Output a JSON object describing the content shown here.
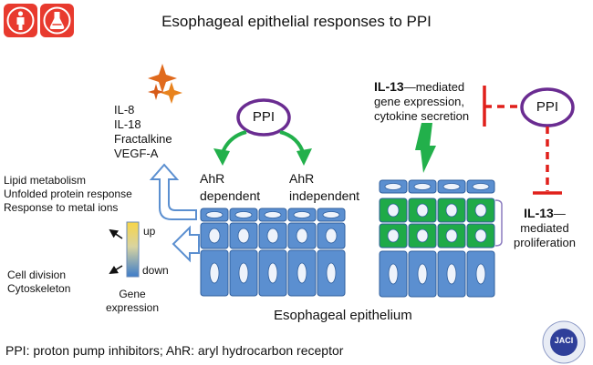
{
  "title": "Esophageal epithelial responses to PPI",
  "ppi_left": "PPI",
  "ppi_right": "PPI",
  "cytokines": [
    "IL-8",
    "IL-18",
    "Fractalkine",
    "VEGF-A"
  ],
  "ahr_dependent": [
    "AhR",
    "dependent"
  ],
  "ahr_independent": [
    "AhR",
    "independent"
  ],
  "processes_up": [
    "Lipid metabolism",
    "Unfolded protein response",
    "Response to metal ions"
  ],
  "processes_down": [
    "Cell division",
    "Cytoskeleton"
  ],
  "legend": {
    "up": "up",
    "down": "down",
    "caption": [
      "Gene",
      "expression"
    ]
  },
  "il13_gene": {
    "bold": "IL-13",
    "rest": "—mediated",
    "line2": "gene expression,",
    "line3": "cytokine secretion"
  },
  "il13_prolif": {
    "bold": "IL-13",
    "rest": "—",
    "line2": "mediated",
    "line3": "proliferation"
  },
  "epithelium_label": "Esophageal epithelium",
  "footnote": "PPI: proton pump inhibitors; AhR: aryl hydrocarbon receptor",
  "badge": "JACI",
  "icons": [
    "person-icon",
    "flask-icon"
  ],
  "colors": {
    "ppi_ring": "#6a2c91",
    "green_arrow": "#22b04b",
    "inhibit_red": "#e0201b",
    "cell_blue": "#5b8fd0",
    "cell_green": "#1faa48",
    "gradient_top": "#f7d548",
    "gradient_bottom": "#3d7cc9"
  }
}
